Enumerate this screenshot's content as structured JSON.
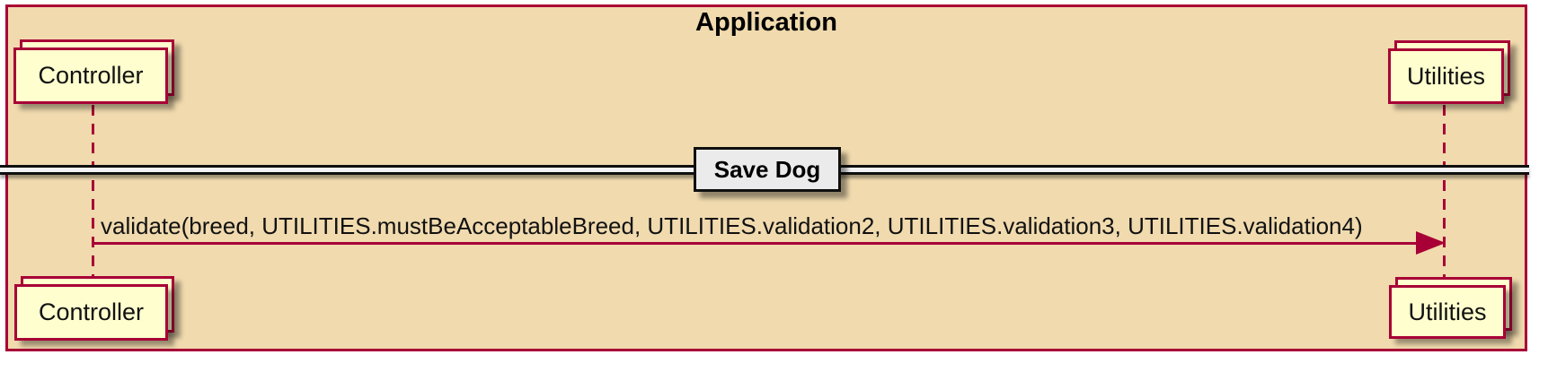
{
  "diagram": {
    "frame_title": "Application",
    "divider_label": "Save Dog",
    "message_label": "validate(breed, UTILITIES.mustBeAcceptableBreed, UTILITIES.validation2, UTILITIES.validation3, UTILITIES.validation4)",
    "participants": {
      "left": "Controller",
      "right": "Utilities"
    },
    "colors": {
      "frame_background": "#F0DAAE",
      "frame_border": "#A80036",
      "participant_fill": "#FEFECE",
      "participant_border": "#A80036",
      "lifeline_color": "#A80036",
      "arrow_color": "#A80036",
      "divider_box_fill": "#EBEBEB",
      "divider_line_color": "#0F0F0F",
      "text_color": "#000000"
    }
  }
}
